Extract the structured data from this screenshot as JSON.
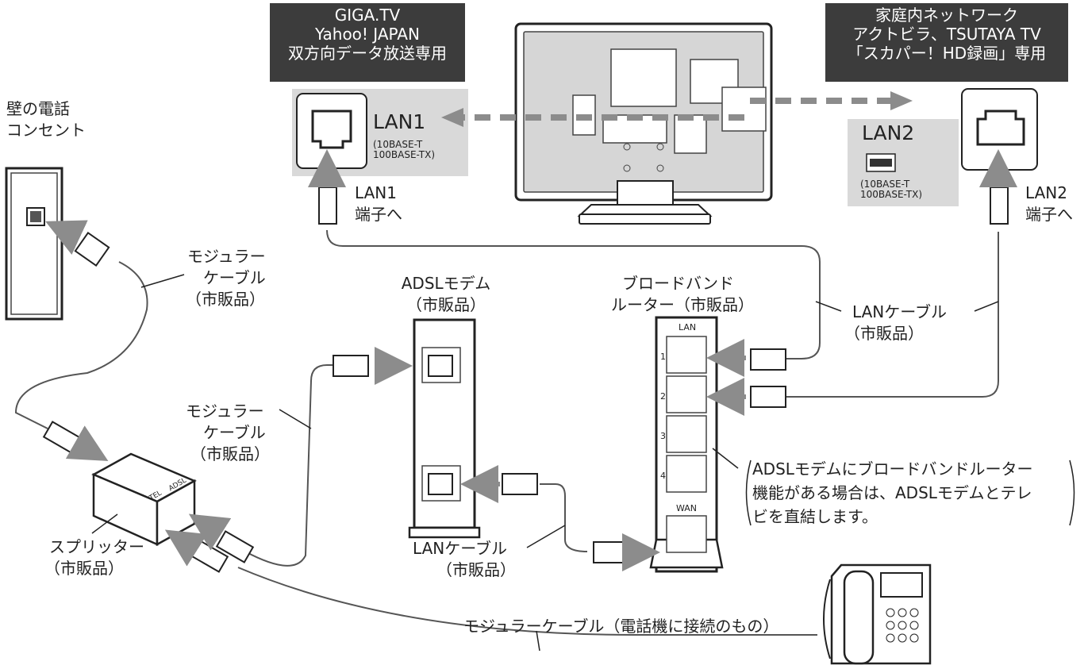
{
  "banners": {
    "left": [
      "GIGA.TV",
      "Yahoo! JAPAN",
      "双方向データ放送専用"
    ],
    "right": [
      "家庭内ネットワーク",
      "アクトビラ、TSUTAYA TV",
      "「スカパー！HD録画」専用"
    ]
  },
  "lan1": {
    "label": "LAN1",
    "spec": [
      "(10BASE-T",
      "100BASE-TX)"
    ],
    "terminal": [
      "LAN1",
      "端子へ"
    ]
  },
  "lan2": {
    "label": "LAN2",
    "spec": [
      "(10BASE-T",
      "100BASE-TX)"
    ],
    "terminal": [
      "LAN2",
      "端子へ"
    ]
  },
  "wall": [
    "壁の電話",
    "コンセント"
  ],
  "modular_cable_top": [
    "モジュラー",
    "ケーブル",
    "（市販品）"
  ],
  "modular_cable_mid": [
    "モジュラー",
    "ケーブル",
    "（市販品）"
  ],
  "adsl_modem": [
    "ADSLモデム",
    "（市販品）"
  ],
  "router": [
    "ブロードバンド",
    "ルーター（市販品）"
  ],
  "router_ports": {
    "lan": "LAN",
    "p1": "1",
    "p2": "2",
    "p3": "3",
    "p4": "4",
    "wan": "WAN"
  },
  "lan_cable_right": [
    "LANケーブル",
    "（市販品）"
  ],
  "lan_cable_bottom": [
    "LANケーブル",
    "（市販品）"
  ],
  "splitter": [
    "スプリッター",
    "（市販品）"
  ],
  "splitter_ports": {
    "tel": "TEL",
    "adsl": "ADSL"
  },
  "note": [
    "ADSLモデムにブロードバンドルーター",
    "機能がある場合は、ADSLモデムとテレ",
    "ビを直結します。"
  ],
  "phone_cable": "モジュラーケーブル（電話機に接続のもの）",
  "colors": {
    "banner_bg": "#3c3c3c",
    "arrow_gray": "#8c8c8c",
    "panel_gray": "#d9d9d9",
    "line": "#333333"
  }
}
